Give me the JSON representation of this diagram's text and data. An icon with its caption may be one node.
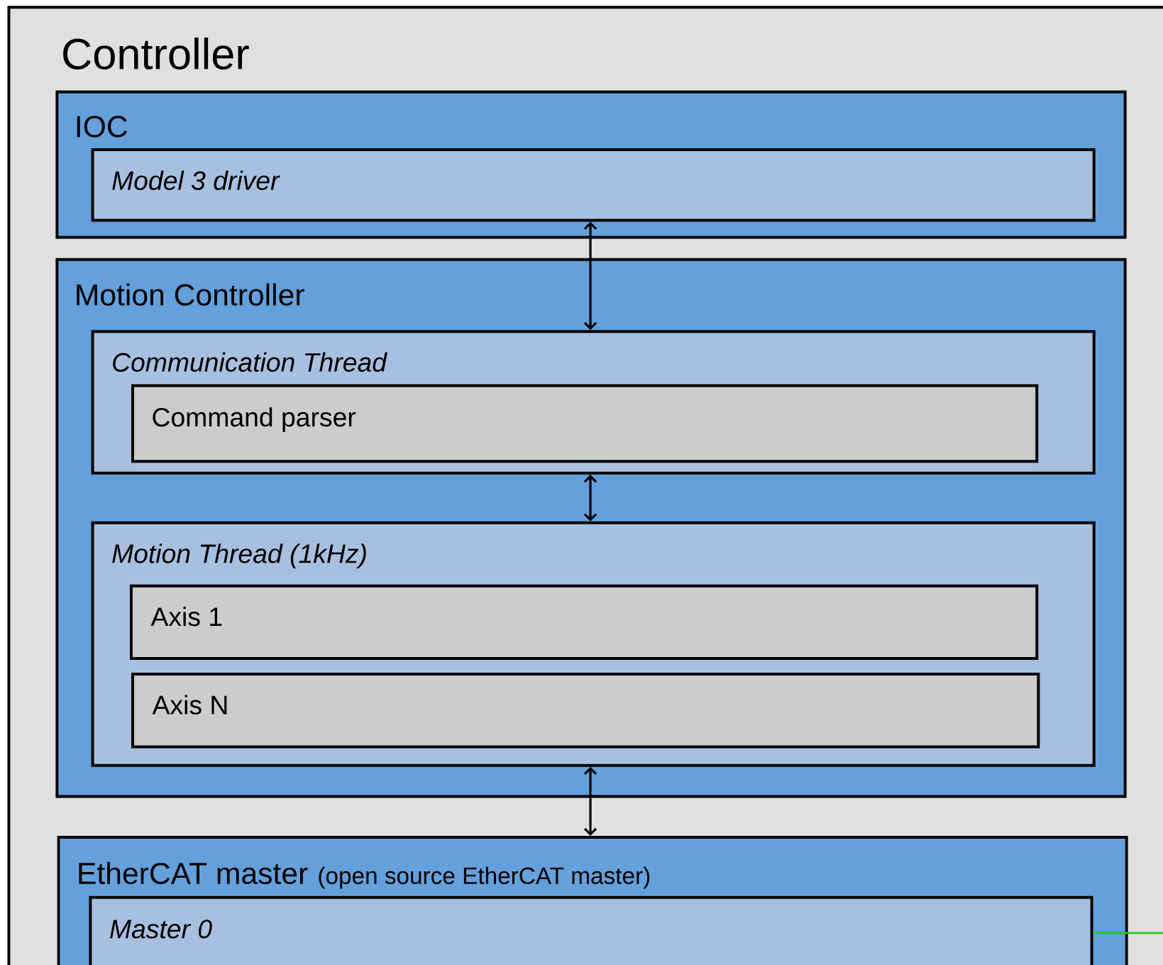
{
  "diagram": {
    "nodes": [
      {
        "text": [
          "Controller"
        ]
      },
      {
        "text": [
          "IOC"
        ],
        "in": 0
      },
      {
        "text": [
          "Model 3 driver"
        ],
        "in": 1
      },
      {
        "text": [
          "Motion Controller"
        ],
        "in": 0
      },
      {
        "text": [
          "Communication Thread"
        ],
        "in": 3
      },
      {
        "text": [
          "Command parser"
        ],
        "in": 4
      },
      {
        "text": [
          "Motion Thread  (1kHz)"
        ],
        "in": 3
      },
      {
        "text": [
          "Axis 1"
        ],
        "in": 6
      },
      {
        "text": [
          "Axis N"
        ],
        "in": 6
      },
      {
        "text": [
          "EtherCAT master",
          "(open source EtherCAT master)"
        ],
        "in": 0
      },
      {
        "text": [
          "Master 0"
        ],
        "in": 9
      }
    ],
    "edges": [
      {
        "from": 2,
        "to": 4,
        "arrow": "both"
      },
      {
        "from": 4,
        "to": 6,
        "arrow": "both"
      },
      {
        "from": 6,
        "to": 9,
        "arrow": "both"
      },
      {
        "from": 10,
        "to": null,
        "arrow": "none",
        "color": "#22cc22"
      }
    ]
  }
}
